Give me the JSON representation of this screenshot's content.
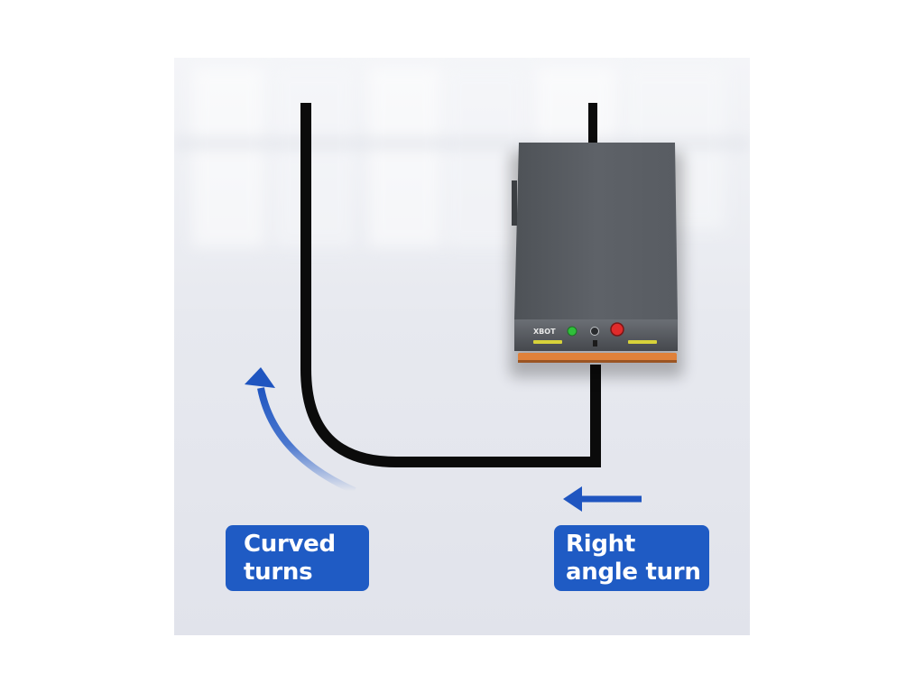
{
  "labels": {
    "curved_line1": "Curved",
    "curved_line2": "turns",
    "right_line1": "Right",
    "right_line2": "angle turn"
  },
  "robot": {
    "brand": "XBOT"
  },
  "colors": {
    "accent_blue": "#1f5bc4",
    "track_black": "#0b0b0b",
    "robot_body": "#5c6066",
    "bumper_orange": "#e0813a",
    "button_green": "#2fbf3a",
    "button_red": "#e02b2b"
  },
  "icons": {
    "curved_arrow": "curved-arrow-up-icon",
    "right_angle_arrow": "right-angle-arrow-left-icon"
  }
}
